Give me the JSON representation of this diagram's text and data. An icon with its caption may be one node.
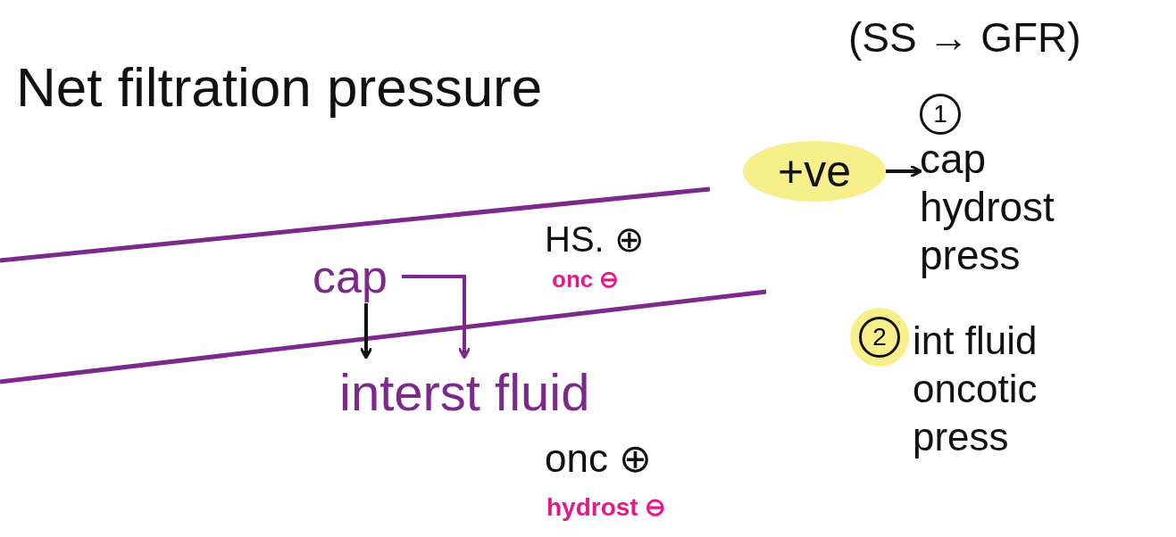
{
  "diagram": {
    "title": "Net filtration pressure",
    "nodes": [
      {
        "text": [
          "cap"
        ]
      },
      {
        "text": [
          "interst fluid"
        ]
      },
      {
        "text": [
          "+ve"
        ]
      },
      {
        "text": [
          "1",
          "cap hydrost press"
        ]
      },
      {
        "text": [
          "2",
          "int fluid oncotic press"
        ]
      }
    ],
    "edges": [
      {
        "from": 0,
        "to": 1,
        "arrow": "to"
      },
      {
        "from": 0,
        "to": 1,
        "arrow": "to",
        "color": "#7b2a8c"
      },
      {
        "from": 2,
        "to": 3,
        "arrow": "to"
      }
    ],
    "labels": [
      "(SS → GFR)",
      "HS. ⊕",
      "onc ⊖",
      "onc ⊕",
      "hydrost ⊖"
    ]
  }
}
